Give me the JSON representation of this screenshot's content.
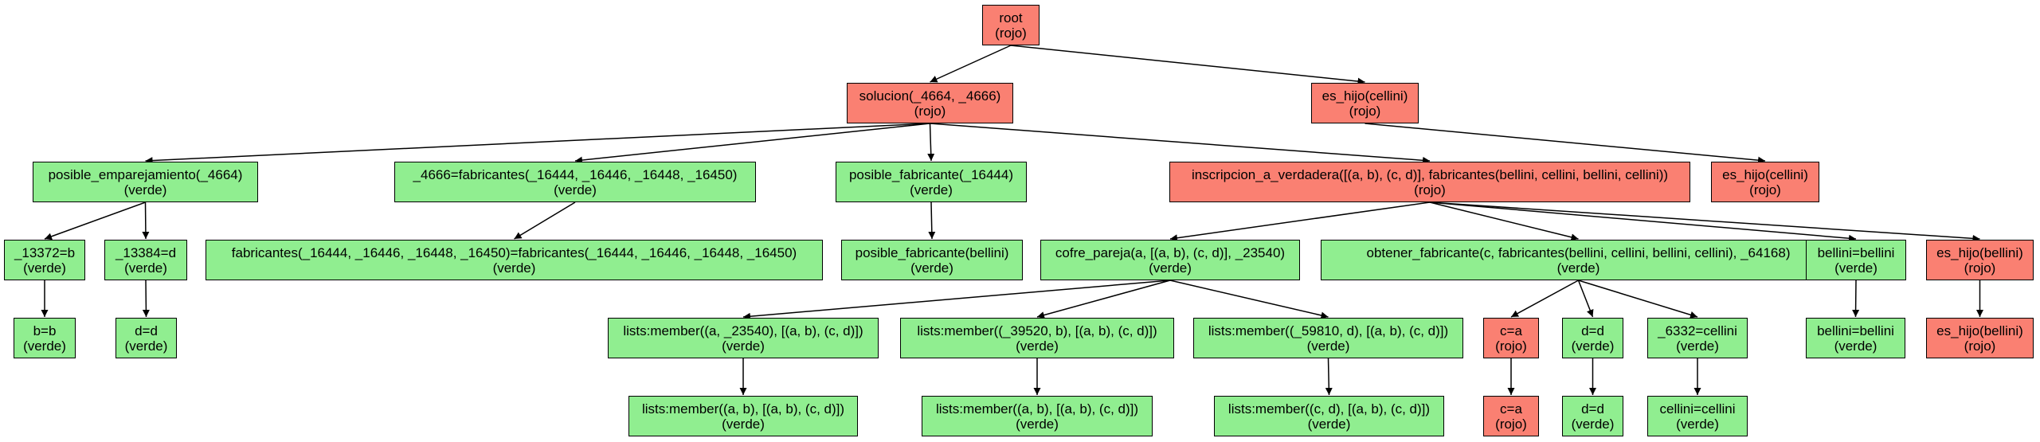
{
  "colors": {
    "rojo": "#fa8072",
    "verde": "#90ee90",
    "edge": "#000000"
  },
  "nodes": [
    {
      "id": "n0",
      "label": "root",
      "status": "(rojo)",
      "color": "rojo"
    },
    {
      "id": "n1",
      "label": "solucion(_4664, _4666)",
      "status": "(rojo)",
      "color": "rojo"
    },
    {
      "id": "n2",
      "label": "es_hijo(cellini)",
      "status": "(rojo)",
      "color": "rojo"
    },
    {
      "id": "n3",
      "label": "posible_emparejamiento(_4664)",
      "status": "(verde)",
      "color": "verde"
    },
    {
      "id": "n4",
      "label": "_4666=fabricantes(_16444, _16446, _16448, _16450)",
      "status": "(verde)",
      "color": "verde"
    },
    {
      "id": "n5",
      "label": "posible_fabricante(_16444)",
      "status": "(verde)",
      "color": "verde"
    },
    {
      "id": "n6",
      "label": "inscripcion_a_verdadera([(a, b), (c, d)], fabricantes(bellini, cellini, bellini, cellini))",
      "status": "(rojo)",
      "color": "rojo"
    },
    {
      "id": "n7",
      "label": "es_hijo(cellini)",
      "status": "(rojo)",
      "color": "rojo"
    },
    {
      "id": "n8",
      "label": "_13372=b",
      "status": "(verde)",
      "color": "verde"
    },
    {
      "id": "n9",
      "label": "_13384=d",
      "status": "(verde)",
      "color": "verde"
    },
    {
      "id": "n10",
      "label": "fabricantes(_16444, _16446, _16448, _16450)=fabricantes(_16444, _16446, _16448, _16450)",
      "status": "(verde)",
      "color": "verde"
    },
    {
      "id": "n11",
      "label": "posible_fabricante(bellini)",
      "status": "(verde)",
      "color": "verde"
    },
    {
      "id": "n12",
      "label": "cofre_pareja(a, [(a, b), (c, d)], _23540)",
      "status": "(verde)",
      "color": "verde"
    },
    {
      "id": "n13",
      "label": "obtener_fabricante(c, fabricantes(bellini, cellini, bellini, cellini), _64168)",
      "status": "(verde)",
      "color": "verde"
    },
    {
      "id": "n14",
      "label": "bellini=bellini",
      "status": "(verde)",
      "color": "verde"
    },
    {
      "id": "n15",
      "label": "es_hijo(bellini)",
      "status": "(rojo)",
      "color": "rojo"
    },
    {
      "id": "n16",
      "label": "b=b",
      "status": "(verde)",
      "color": "verde"
    },
    {
      "id": "n17",
      "label": "d=d",
      "status": "(verde)",
      "color": "verde"
    },
    {
      "id": "n18",
      "label": "lists:member((a, _23540), [(a, b), (c, d)])",
      "status": "(verde)",
      "color": "verde"
    },
    {
      "id": "n19",
      "label": "lists:member((_39520, b), [(a, b), (c, d)])",
      "status": "(verde)",
      "color": "verde"
    },
    {
      "id": "n20",
      "label": "lists:member((_59810, d), [(a, b), (c, d)])",
      "status": "(verde)",
      "color": "verde"
    },
    {
      "id": "n21",
      "label": "c=a",
      "status": "(rojo)",
      "color": "rojo"
    },
    {
      "id": "n22",
      "label": "d=d",
      "status": "(verde)",
      "color": "verde"
    },
    {
      "id": "n23",
      "label": "_6332=cellini",
      "status": "(verde)",
      "color": "verde"
    },
    {
      "id": "n24",
      "label": "bellini=bellini",
      "status": "(verde)",
      "color": "verde"
    },
    {
      "id": "n25",
      "label": "es_hijo(bellini)",
      "status": "(rojo)",
      "color": "rojo"
    },
    {
      "id": "n26",
      "label": "lists:member((a, b), [(a, b), (c, d)])",
      "status": "(verde)",
      "color": "verde"
    },
    {
      "id": "n27",
      "label": "lists:member((a, b), [(a, b), (c, d)])",
      "status": "(verde)",
      "color": "verde"
    },
    {
      "id": "n28",
      "label": "lists:member((c, d), [(a, b), (c, d)])",
      "status": "(verde)",
      "color": "verde"
    },
    {
      "id": "n29",
      "label": "c=a",
      "status": "(rojo)",
      "color": "rojo"
    },
    {
      "id": "n30",
      "label": "d=d",
      "status": "(verde)",
      "color": "verde"
    },
    {
      "id": "n31",
      "label": "cellini=cellini",
      "status": "(verde)",
      "color": "verde"
    }
  ],
  "edges": [
    [
      "n0",
      "n1"
    ],
    [
      "n0",
      "n2"
    ],
    [
      "n1",
      "n3"
    ],
    [
      "n1",
      "n4"
    ],
    [
      "n1",
      "n5"
    ],
    [
      "n1",
      "n6"
    ],
    [
      "n2",
      "n7"
    ],
    [
      "n3",
      "n8"
    ],
    [
      "n3",
      "n9"
    ],
    [
      "n4",
      "n10"
    ],
    [
      "n5",
      "n11"
    ],
    [
      "n6",
      "n12"
    ],
    [
      "n6",
      "n13"
    ],
    [
      "n6",
      "n14"
    ],
    [
      "n6",
      "n15"
    ],
    [
      "n8",
      "n16"
    ],
    [
      "n9",
      "n17"
    ],
    [
      "n12",
      "n18"
    ],
    [
      "n12",
      "n19"
    ],
    [
      "n12",
      "n20"
    ],
    [
      "n13",
      "n21"
    ],
    [
      "n13",
      "n22"
    ],
    [
      "n13",
      "n23"
    ],
    [
      "n14",
      "n24"
    ],
    [
      "n15",
      "n25"
    ],
    [
      "n18",
      "n26"
    ],
    [
      "n19",
      "n27"
    ],
    [
      "n20",
      "n28"
    ],
    [
      "n21",
      "n29"
    ],
    [
      "n22",
      "n30"
    ],
    [
      "n23",
      "n31"
    ]
  ]
}
